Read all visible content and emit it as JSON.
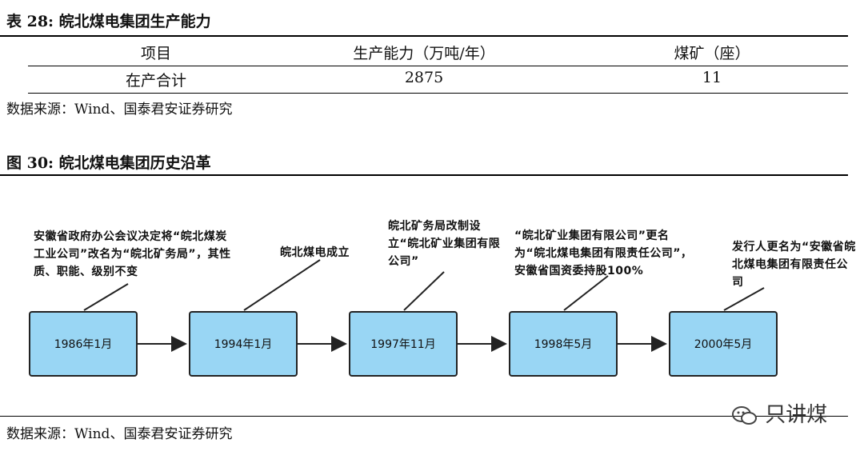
{
  "table": {
    "title": "表 28: 皖北煤电集团生产能力",
    "headers": [
      "项目",
      "生产能力（万吨/年）",
      "煤矿（座）"
    ],
    "row": [
      "在产合计",
      "2875",
      "11"
    ]
  },
  "source1": "数据来源：Wind、国泰君安证券研究",
  "figure": {
    "title": "图 30: 皖北煤电集团历史沿革",
    "nodes": [
      {
        "date": "1986年1月",
        "note": "安徽省政府办公会议决定将“皖北煤炭工业公司”改名为“皖北矿务局”，其性质、职能、级别不变"
      },
      {
        "date": "1994年1月",
        "note": "皖北煤电成立"
      },
      {
        "date": "1997年11月",
        "note": "皖北矿务局改制设立“皖北矿业集团有限公司”"
      },
      {
        "date": "1998年5月",
        "note": "“皖北矿业集团有限公司”更名为“皖北煤电集团有限责任公司”，安徽省国资委持股100%"
      },
      {
        "date": "2000年5月",
        "note": "发行人更名为“安徽省皖北煤电集团有限责任公司"
      }
    ]
  },
  "source2": "数据来源：Wind、国泰君安证券研究",
  "watermark": "只讲煤"
}
